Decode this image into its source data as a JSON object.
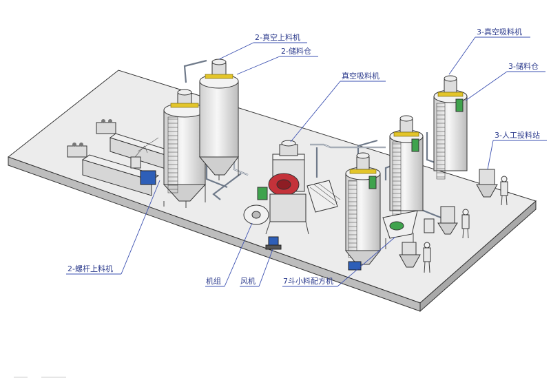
{
  "labels": {
    "vacuum_loader_2": "2-真空上料机",
    "storage_bin_2": "2-储料仓",
    "vacuum_suction_main": "真空吸料机",
    "vacuum_suction_3": "3-真空吸料机",
    "storage_bin_3": "3-储料仓",
    "manual_feeding_3": "3-人工投料站",
    "screw_feeder_2": "2-螺杆上料机",
    "mixer_unit": "机组",
    "fan": "风机",
    "batching_7": "7斗小料配方机"
  },
  "colors": {
    "label_text": "#2b3a8c",
    "leader_line": "#3a4fb0",
    "platform_top": "#ececec",
    "platform_side": "#bdbdbd",
    "silo_body": "#e9e9e9",
    "accent_yellow": "#e3c52a",
    "accent_green": "#3fa34d",
    "accent_red": "#c4323a",
    "accent_blue": "#2e5fb8"
  }
}
